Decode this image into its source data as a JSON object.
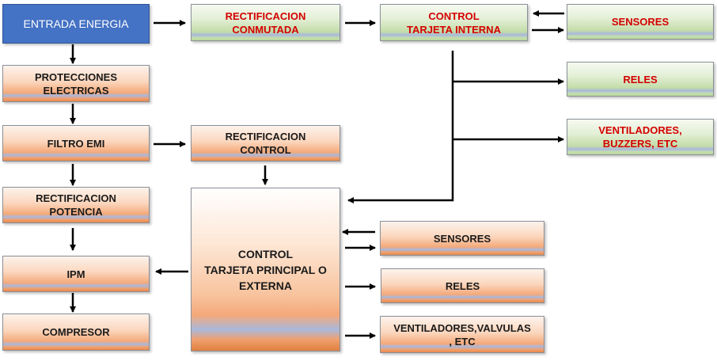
{
  "left_column": {
    "entrada": "ENTRADA ENERGIA",
    "protecciones": "PROTECCIONES\nELECTRICAS",
    "filtro": "FILTRO EMI",
    "rect_potencia": "RECTIFICACION\nPOTENCIA",
    "ipm": "IPM",
    "compresor": "COMPRESOR"
  },
  "top_row": {
    "rect_conmutada": "RECTIFICACION\nCONMUTADA",
    "control_interna": "CONTROL\nTARJETA INTERNA",
    "sensores": "SENSORES",
    "reles": "RELES",
    "ventiladores": "VENTILADORES,\nBUZZERS, ETC"
  },
  "middle": {
    "rect_control": "RECTIFICACION\nCONTROL",
    "control_principal": "CONTROL\nTARJETA PRINCIPAL O\nEXTERNA"
  },
  "bottom_right": {
    "sensores": "SENSORES",
    "reles": "RELES",
    "ventiladores": "VENTILADORES,VALVULAS\n, ETC"
  },
  "colors": {
    "input_box": "#4472c4",
    "green_box_text": "#d40000",
    "arrow": "#000000"
  }
}
